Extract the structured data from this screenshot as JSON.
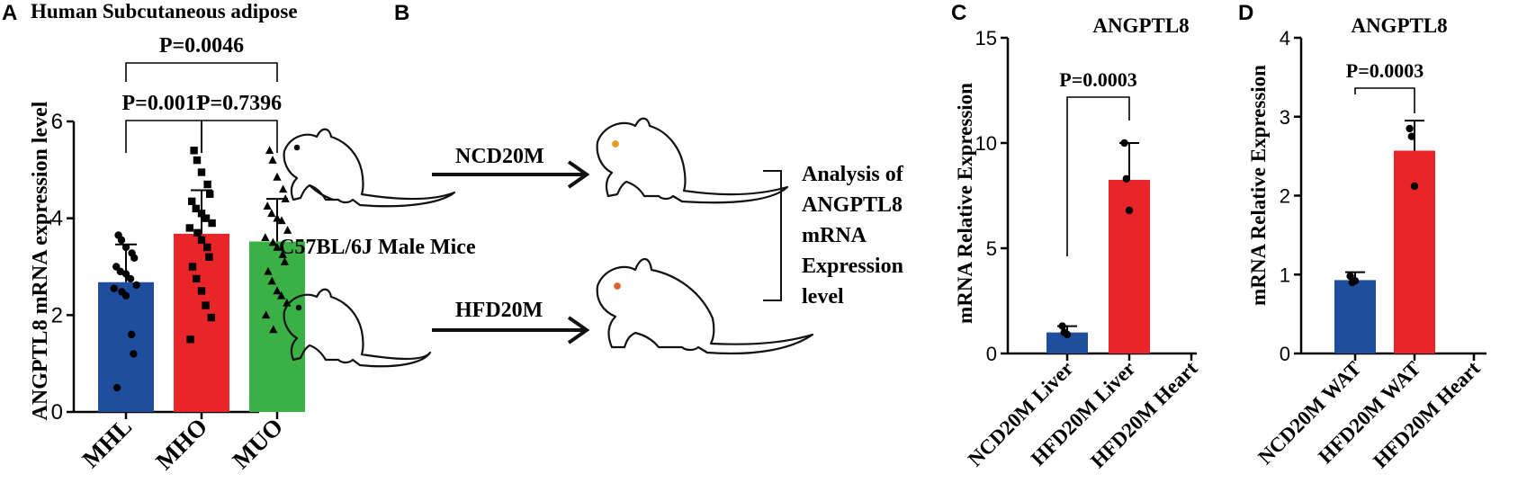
{
  "panels": {
    "A": {
      "letter": "A",
      "title": "Human Subcutaneous adipose",
      "chart_data": {
        "type": "bar",
        "title": "Human Subcutaneous adipose",
        "ylabel": "ANGPTL8 mRNA expression level",
        "xlabel": "",
        "ylim": [
          0,
          6
        ],
        "yticks": [
          0,
          2,
          4,
          6
        ],
        "categories": [
          "MHL",
          "MHO",
          "MUO"
        ],
        "values": [
          2.68,
          3.68,
          3.52
        ],
        "sd": [
          0.78,
          0.9,
          0.88
        ],
        "colors": [
          "#1f4e9f",
          "#e8262a",
          "#3bb044"
        ],
        "markers": [
          "circle",
          "square",
          "triangle"
        ],
        "points": [
          [
            3.65,
            3.55,
            3.4,
            3.28,
            3.18,
            3.0,
            2.9,
            2.85,
            2.75,
            2.62,
            2.55,
            2.48,
            2.4,
            1.6,
            1.2,
            0.5
          ],
          [
            5.4,
            5.2,
            4.95,
            4.7,
            4.5,
            4.35,
            4.2,
            4.1,
            4.0,
            3.9,
            3.8,
            3.7,
            3.55,
            3.4,
            3.2,
            3.0,
            2.75,
            2.5,
            2.2,
            1.95,
            1.5
          ],
          [
            5.4,
            5.2,
            4.85,
            4.6,
            4.4,
            4.25,
            4.1,
            4.0,
            3.95,
            3.75,
            3.6,
            3.5,
            3.4,
            3.25,
            3.1,
            2.9,
            2.7,
            2.5,
            2.4,
            2.25,
            2.0,
            1.7
          ]
        ],
        "comparisons": [
          {
            "from": "MHL",
            "to": "MHO",
            "label": "P=0.0011"
          },
          {
            "from": "MHO",
            "to": "MUO",
            "label": "P=0.7396"
          },
          {
            "from": "MHL",
            "to": "MUO",
            "label": "P=0.0046"
          }
        ]
      }
    },
    "B": {
      "letter": "B",
      "mice_label": "C57BL/6J  Male Mice",
      "arrow_top": "NCD20M",
      "arrow_bottom": "HFD20M",
      "analysis_lines": [
        "Analysis of",
        "ANGPTL8",
        "mRNA",
        "Expression",
        "level"
      ]
    },
    "C": {
      "letter": "C",
      "chart_data": {
        "type": "bar",
        "title": "ANGPTL8",
        "ylabel": "mRNA Relative Expression",
        "xlabel": "",
        "ylim": [
          0,
          15
        ],
        "yticks": [
          0,
          5,
          10,
          15
        ],
        "categories": [
          "NCD20M Liver",
          "HFD20M Liver",
          "HFD20M Heart"
        ],
        "values": [
          1.0,
          8.25,
          0
        ],
        "sd": [
          0.3,
          1.75,
          0
        ],
        "colors": [
          "#1f4e9f",
          "#e8262a",
          "#ffffff"
        ],
        "points": [
          [
            1.3,
            1.0,
            0.9
          ],
          [
            10.0,
            8.3,
            6.8
          ],
          []
        ],
        "comparisons": [
          {
            "from": "NCD20M Liver",
            "to": "HFD20M Liver",
            "label": "P=0.0003"
          }
        ]
      }
    },
    "D": {
      "letter": "D",
      "chart_data": {
        "type": "bar",
        "title": "ANGPTL8",
        "ylabel": "mRNA Relative Expression",
        "xlabel": "",
        "ylim": [
          0,
          4
        ],
        "yticks": [
          0,
          1,
          2,
          3,
          4
        ],
        "categories": [
          "NCD20M WAT",
          "HFD20M WAT",
          "HFD20M Heart"
        ],
        "values": [
          0.93,
          2.57,
          0
        ],
        "sd": [
          0.1,
          0.38,
          0
        ],
        "colors": [
          "#1f4e9f",
          "#e8262a",
          "#ffffff"
        ],
        "points": [
          [
            0.98,
            0.9,
            0.92
          ],
          [
            2.85,
            2.75,
            2.12
          ],
          []
        ],
        "comparisons": [
          {
            "from": "NCD20M WAT",
            "to": "HFD20M WAT",
            "label": "P=0.0003"
          }
        ]
      }
    }
  }
}
